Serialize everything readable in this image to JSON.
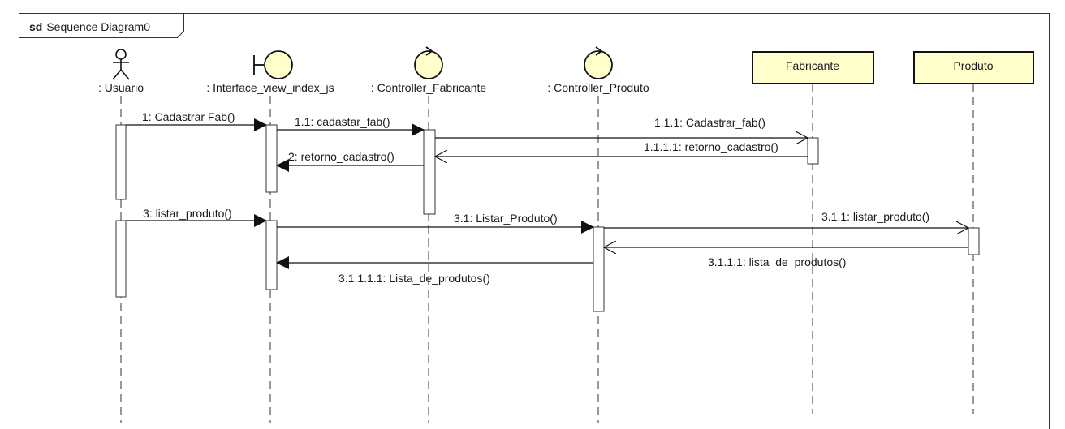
{
  "frame": {
    "kind": "sd",
    "title": "Sequence Diagram0"
  },
  "lifelines": [
    {
      "id": "usuario",
      "label": ": Usuario",
      "shape": "actor"
    },
    {
      "id": "iface",
      "label": ": Interface_view_index_js",
      "shape": "boundary"
    },
    {
      "id": "cfab",
      "label": ": Controller_Fabricante",
      "shape": "control"
    },
    {
      "id": "cprod",
      "label": ": Controller_Produto",
      "shape": "control"
    },
    {
      "id": "fab",
      "label": "Fabricante",
      "shape": "entity-box"
    },
    {
      "id": "prod",
      "label": "Produto",
      "shape": "entity-box"
    }
  ],
  "messages": [
    {
      "label": "1: Cadastrar Fab()",
      "kind": "sync"
    },
    {
      "label": "1.1: cadastar_fab()",
      "kind": "sync"
    },
    {
      "label": "1.1.1: Cadastrar_fab()",
      "kind": "async"
    },
    {
      "label": "1.1.1.1: retorno_cadastro()",
      "kind": "return"
    },
    {
      "label": "2: retorno_cadastro()",
      "kind": "sync"
    },
    {
      "label": "3: listar_produto()",
      "kind": "sync"
    },
    {
      "label": "3.1: Listar_Produto()",
      "kind": "sync"
    },
    {
      "label": "3.1.1: listar_produto()",
      "kind": "async"
    },
    {
      "label": "3.1.1.1: lista_de_produtos()",
      "kind": "return"
    },
    {
      "label": "3.1.1.1.1: Lista_de_produtos()",
      "kind": "sync"
    }
  ],
  "colors": {
    "entity_fill": "#ffffcc",
    "line": "#1a1a1a",
    "background": "#ffffff"
  }
}
